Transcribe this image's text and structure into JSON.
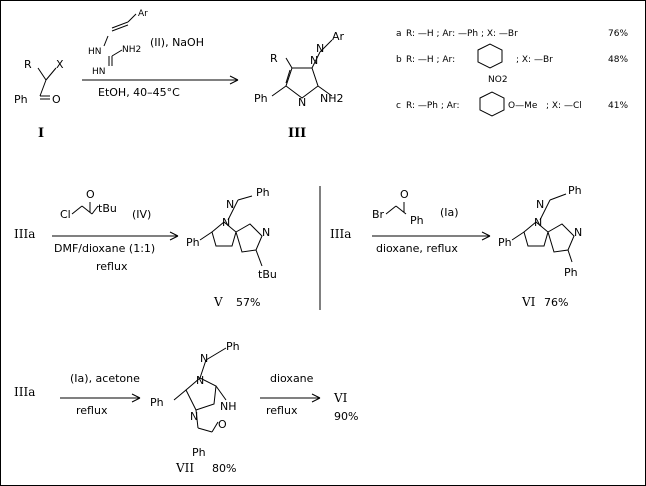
{
  "top": {
    "reactant_label": "I",
    "reactant_atoms": {
      "r": "R",
      "x": "X",
      "ph": "Ph",
      "o": "O"
    },
    "reagent_atoms": {
      "ar": "Ar",
      "hn": "HN",
      "nh2": "NH2",
      "hn2": "HN"
    },
    "reagent_line": "(II), NaOH",
    "conditions": "EtOH,  40–45°C",
    "product_label": "III",
    "product_atoms": {
      "r": "R",
      "ph": "Ph",
      "n1": "N",
      "n3": "N",
      "nh2": "NH2",
      "n_imine": "N",
      "ar": "Ar"
    },
    "variants": [
      {
        "id": "a",
        "text": "R: —H ; Ar: —Ph ; X: —Br",
        "yield": "76%"
      },
      {
        "id": "b",
        "text_before": "R: —H ; Ar:",
        "sub": "NO2",
        "text_after": "; X: —Br",
        "yield": "48%"
      },
      {
        "id": "c",
        "text_before": "R: —Ph ; Ar:",
        "text_mid": "O—Me",
        "text_after": "; X: —Cl",
        "yield": "41%"
      }
    ]
  },
  "middle_left": {
    "start": "IIIa",
    "reagent_atoms": {
      "cl": "Cl",
      "o": "O",
      "tbu": "tBu"
    },
    "reagent_label": "(IV)",
    "conditions_line1": "DMF/dioxane (1:1)",
    "conditions_line2": "reflux",
    "product_atoms": {
      "ph_imine": "Ph",
      "n_imine": "N",
      "n1": "N",
      "n_ring": "N",
      "ph": "Ph",
      "tbu": "tBu"
    },
    "product_label": "V",
    "yield": "57%"
  },
  "middle_right": {
    "start": "IIIa",
    "reagent_atoms": {
      "br": "Br",
      "o": "O",
      "ph": "Ph"
    },
    "reagent_label": "(Ia)",
    "conditions": "dioxane, reflux",
    "product_atoms": {
      "ph_imine": "Ph",
      "n_imine": "N",
      "n1": "N",
      "n_ring": "N",
      "ph": "Ph",
      "ph2": "Ph"
    },
    "product_label": "VI",
    "yield": "76%"
  },
  "bottom": {
    "start": "IIIa",
    "reagent_line1": "(Ia), acetone",
    "reagent_line2": "reflux",
    "intermediate_atoms": {
      "ph_imine": "Ph",
      "n_imine": "N",
      "n1": "N",
      "nh": "NH",
      "n3": "N",
      "ph": "Ph",
      "o": "O",
      "ph2": "Ph"
    },
    "intermediate_label": "VII",
    "intermediate_yield": "80%",
    "step2_line1": "dioxane",
    "step2_line2": "reflux",
    "final_label": "VI",
    "final_yield": "90%"
  }
}
